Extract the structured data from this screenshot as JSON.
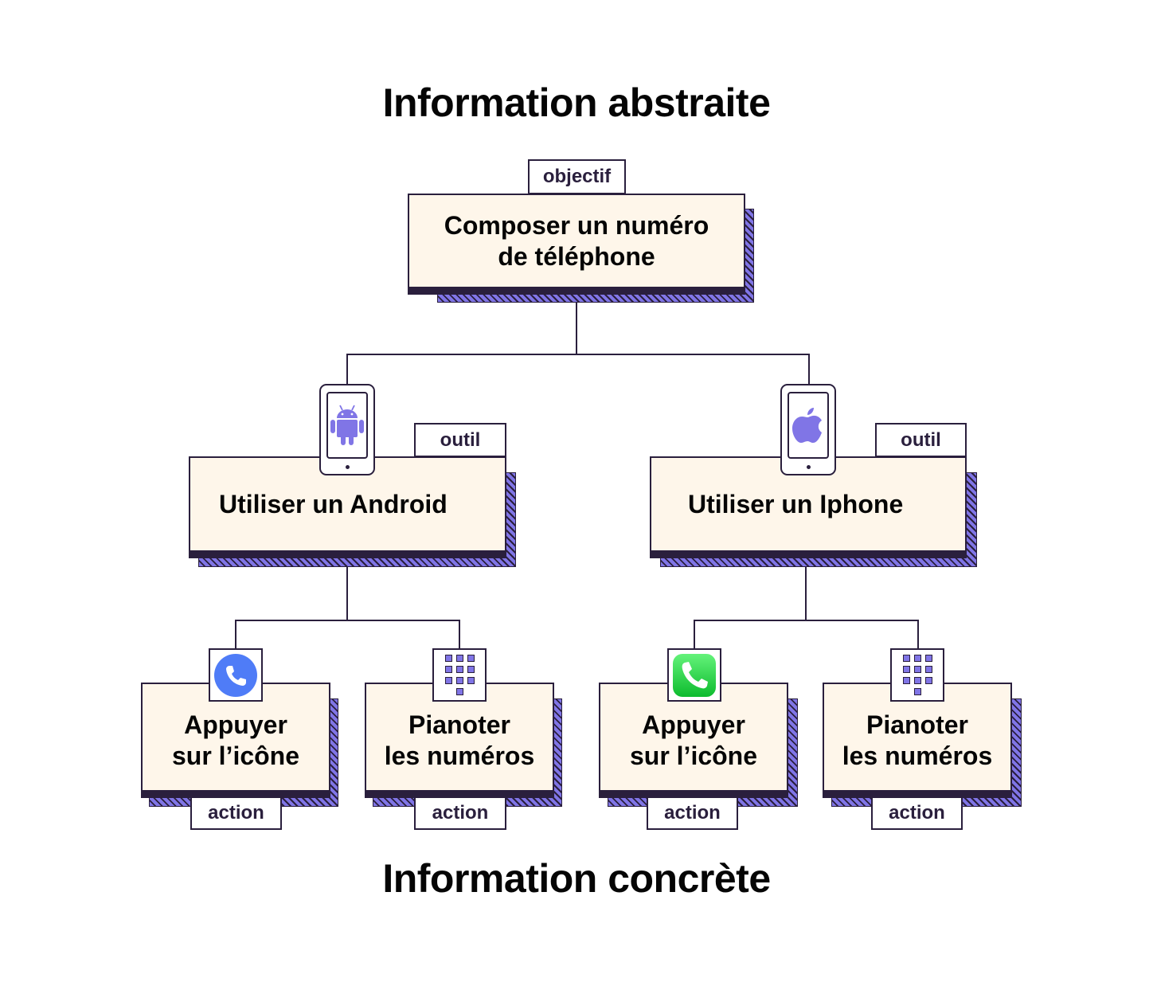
{
  "titles": {
    "top": "Information abstraite",
    "bottom": "Information concrète"
  },
  "colors": {
    "card_bg": "#fef6ea",
    "outline": "#2a1f3d",
    "accent_purple": "#8075e6",
    "android_call_blue": "#4f7cf7",
    "ios_call_green": "#27c84a"
  },
  "root": {
    "tag": "objectif",
    "line1": "Composer un numéro",
    "line2": "de téléphone"
  },
  "tools": [
    {
      "tag": "outil",
      "label": "Utiliser un Android",
      "icon": "android-phone-icon"
    },
    {
      "tag": "outil",
      "label": "Utiliser un Iphone",
      "icon": "iphone-apple-icon"
    }
  ],
  "actions": [
    {
      "tag": "action",
      "line1": "Appuyer",
      "line2": "sur l’icône",
      "icon": "android-call-icon"
    },
    {
      "tag": "action",
      "line1": "Pianoter",
      "line2": "les numéros",
      "icon": "keypad-icon"
    },
    {
      "tag": "action",
      "line1": "Appuyer",
      "line2": "sur l’icône",
      "icon": "ios-call-icon"
    },
    {
      "tag": "action",
      "line1": "Pianoter",
      "line2": "les numéros",
      "icon": "keypad-icon"
    }
  ]
}
